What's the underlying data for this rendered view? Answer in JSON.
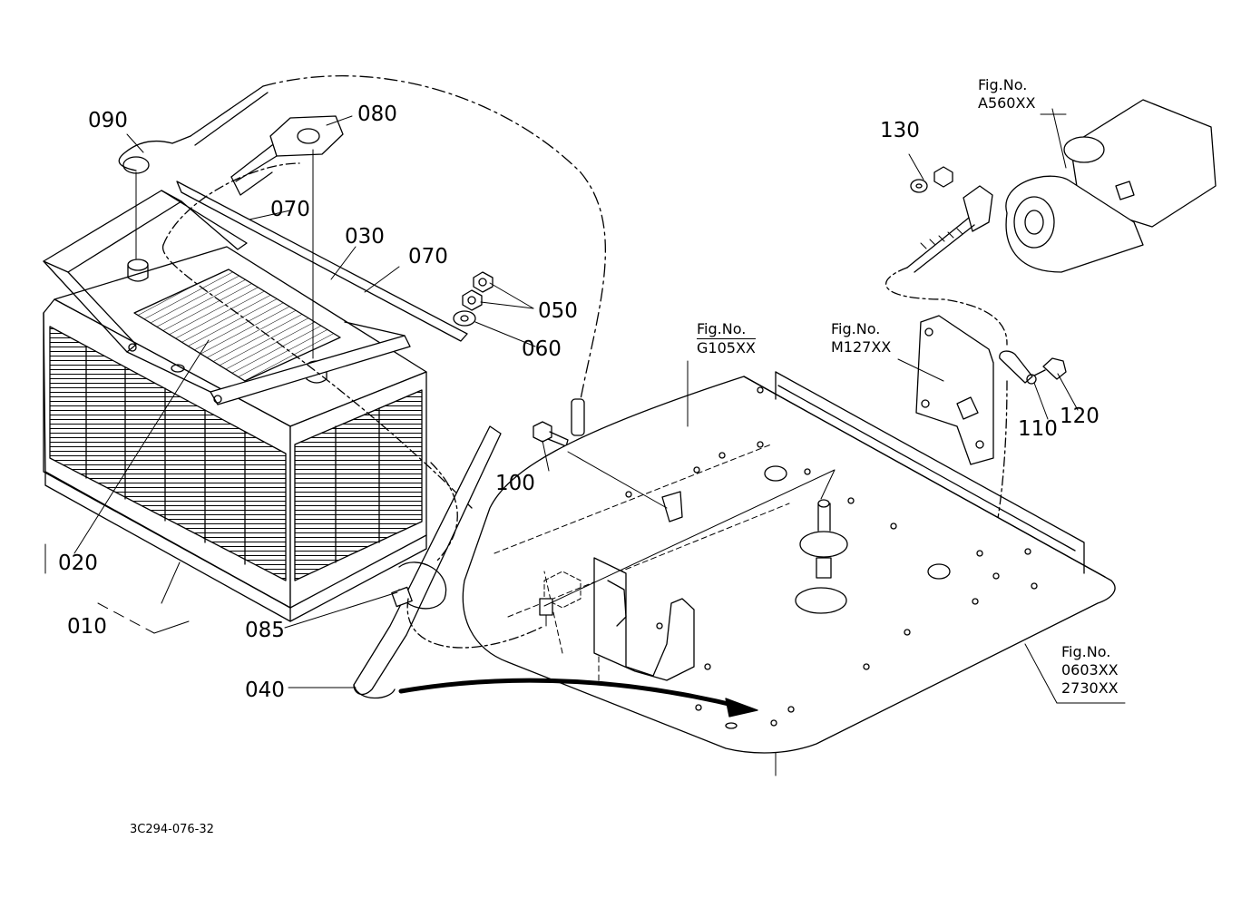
{
  "drawing_code": "3C294-076-32",
  "callouts": {
    "c090": "090",
    "c080": "080",
    "c070a": "070",
    "c030": "030",
    "c070b": "070",
    "c050": "050",
    "c060": "060",
    "c130": "130",
    "c100": "100",
    "c110": "110",
    "c120": "120",
    "c020": "020",
    "c010": "010",
    "c085": "085",
    "c040": "040"
  },
  "fig_refs": {
    "starter": {
      "label": "Fig.No.",
      "code": "A560XX"
    },
    "clamp": {
      "label": "Fig.No.",
      "code": "G105XX"
    },
    "bracket": {
      "label": "Fig.No.",
      "code": "M127XX"
    },
    "floor": {
      "label": "Fig.No.",
      "code1": "0603XX",
      "code2": "2730XX"
    }
  },
  "colors": {
    "ink": "#000000",
    "paper": "#ffffff"
  }
}
